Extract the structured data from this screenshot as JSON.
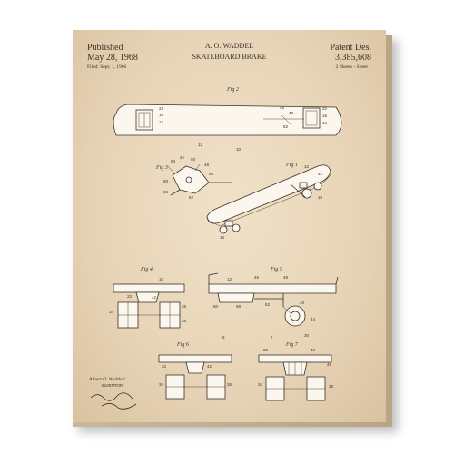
{
  "header": {
    "published_label": "Published",
    "published_date": "May 28, 1968",
    "filed": "Filed: Sept. 1, 1966",
    "inventor": "A. O. WADDEL",
    "title": "SKATEBOARD BRAKE",
    "patent_label": "Patent Des.",
    "patent_number": "3,385,608",
    "sheets": "2 Sheets - Sheet 1"
  },
  "figures": {
    "fig1": "Fig 1",
    "fig2": "Fig 2",
    "fig3": "Fig 3",
    "fig4": "Fig 4",
    "fig5": "Fig 5",
    "fig6": "Fig 6",
    "fig7": "Fig 7"
  },
  "signature": {
    "name": "Albert O. Waddell",
    "role": "INVENTOR"
  }
}
